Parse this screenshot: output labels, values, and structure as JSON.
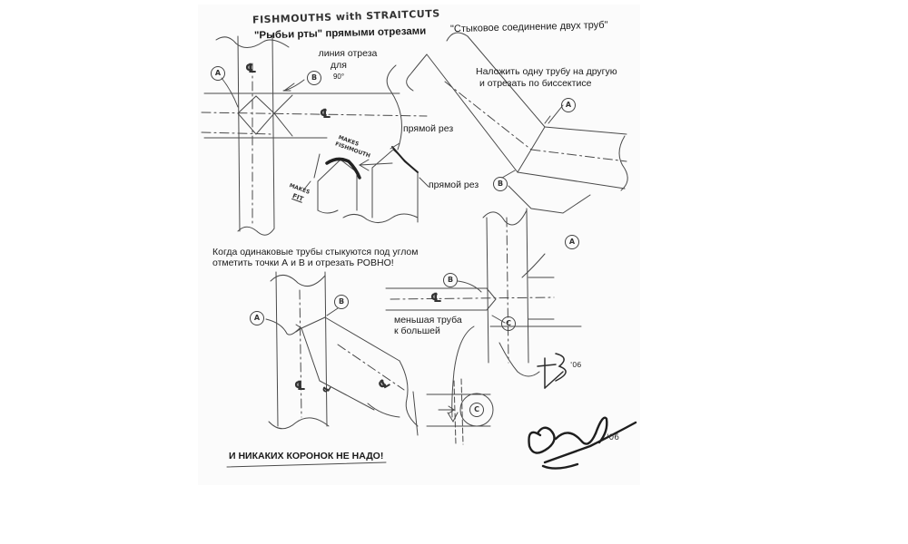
{
  "header": {
    "title_en": "FISHMOUTHS with STRAITCUTS",
    "title_ru": "\"Рыбьи рты\" прямыми отрезами"
  },
  "labels": {
    "cut_line": "линия отреза",
    "for": "для",
    "angle_90": "90°",
    "straight_cut_1": "прямой рез",
    "straight_cut_2": "прямой рез",
    "makes_fishmouth_1": "MAKES",
    "makes_fishmouth_2": "FISHMOUTH",
    "makes_fit_1": "MAKES",
    "makes_fit_2": "FIT",
    "butt_joint_title": "\"Стыковое соединение двух труб\"",
    "overlay_1": "Наложить одну трубу на другую",
    "overlay_2": "и отрезать по биссектисе",
    "equal_pipes_1": "Когда одинаковые трубы стыкуются под углом",
    "equal_pipes_2": "отметить точки А и В и отрезать РОВНО!",
    "smaller_pipe_1": "меньшая труба",
    "smaller_pipe_2": "к большей",
    "no_crowns": "И НИКАКИХ КОРОНОК НЕ НАДО!",
    "centerline": "℄"
  },
  "points": {
    "a": "A",
    "b": "B",
    "c": "C"
  },
  "signature": {
    "initials_year": "'06",
    "signature_year": "'06"
  },
  "colors": {
    "ink": "#2b2b2b",
    "pencil": "#555555",
    "paper": "#fbfbfb"
  }
}
